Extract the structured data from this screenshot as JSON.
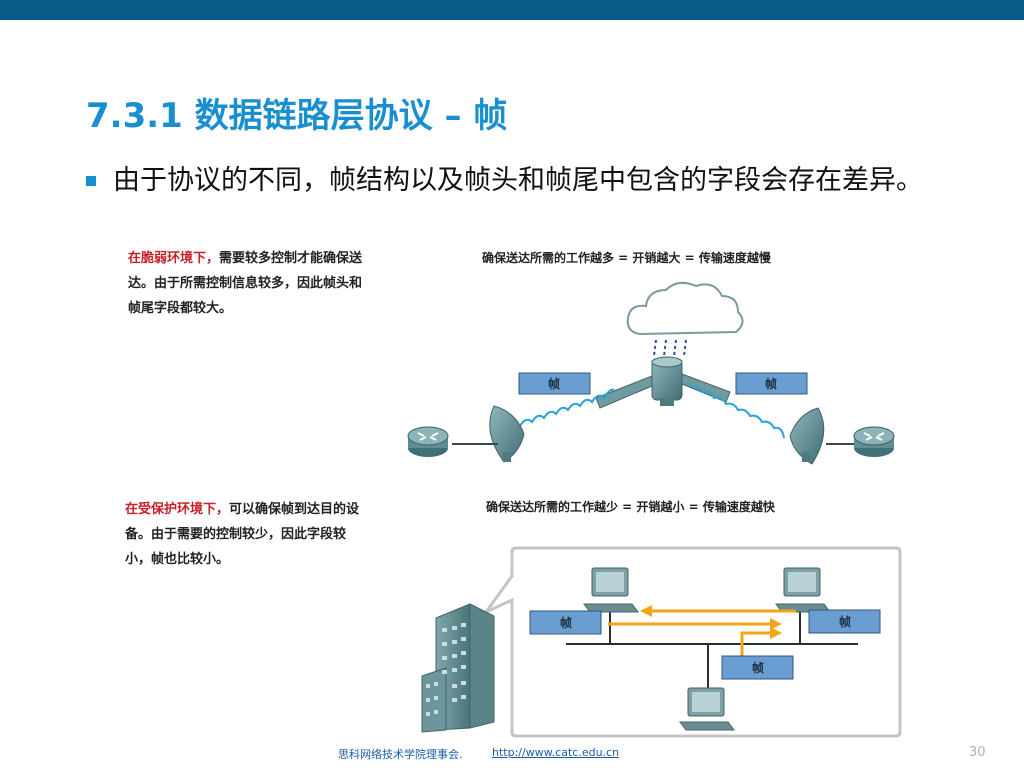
{
  "slide": {
    "title": "7.3.1 数据链路层协议 – 帧",
    "bullet": "由于协议的不同，帧结构以及帧头和帧尾中包含的字段会存在差异。",
    "note1_red": "在脆弱环境下，",
    "note1_rest": "需要较多控制才能确保送达。由于所需控制信息较多，因此帧头和帧尾字段都较大。",
    "note2_red": "在受保护环境下，",
    "note2_rest": "可以确保帧到达目的设备。由于需要的控制较少，因此字段较小，帧也比较小。",
    "caption_top": "确保送达所需的工作越多 = 开销越大 = 传输速度越慢",
    "caption_bottom": "确保送达所需的工作越少 = 开销越小 = 传输速度越快",
    "frame_label": "帧"
  },
  "footer": {
    "org": "思科网络技术学院理事会.",
    "url": "http://www.catc.edu.cn",
    "page": "30"
  },
  "colors": {
    "topbar": "#0a5a86",
    "title": "#1a8fd0",
    "red_text": "#c8202a",
    "frame_fill": "#6a9ed2",
    "arrow_orange": "#f2a516"
  }
}
